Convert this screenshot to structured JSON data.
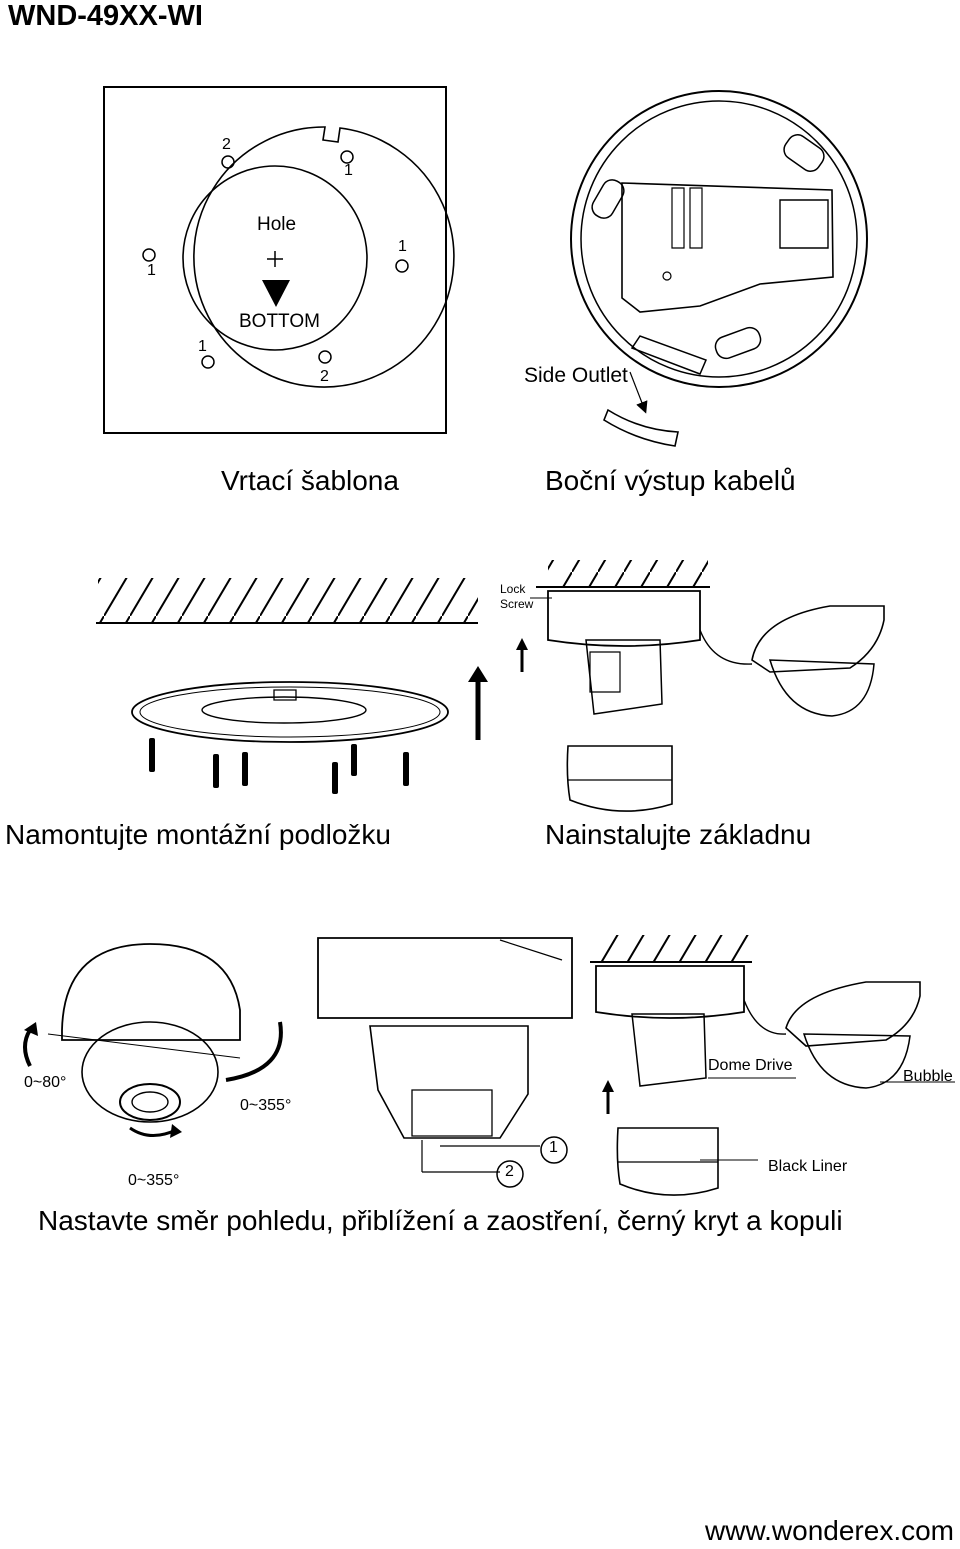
{
  "header": {
    "model": "WND-49XX-WI"
  },
  "template": {
    "hole": "Hole",
    "bottom": "BOTTOM",
    "marks": {
      "one": "1",
      "two": "2"
    }
  },
  "side_outlet": {
    "label": "Side Outlet"
  },
  "captions": {
    "drill_template": "Vrtací šablona",
    "side_cable": "Boční výstup kabelů",
    "mount_plate": "Namontujte montážní podložku",
    "install_base": "Nainstalujte základnu",
    "adjust": "Nastavte směr pohledu, přiblížení a zaostření, černý kryt a kopuli"
  },
  "install": {
    "lock": "Lock",
    "screw": "Screw"
  },
  "adjust": {
    "tilt": "0~80°",
    "pan": "0~355°",
    "rotate": "0~355°",
    "step1": "1",
    "step2": "2",
    "dome_drive": "Dome Drive",
    "bubble": "Bubble",
    "black_liner": "Black Liner"
  },
  "footer": {
    "url": "www.wonderex.com"
  }
}
